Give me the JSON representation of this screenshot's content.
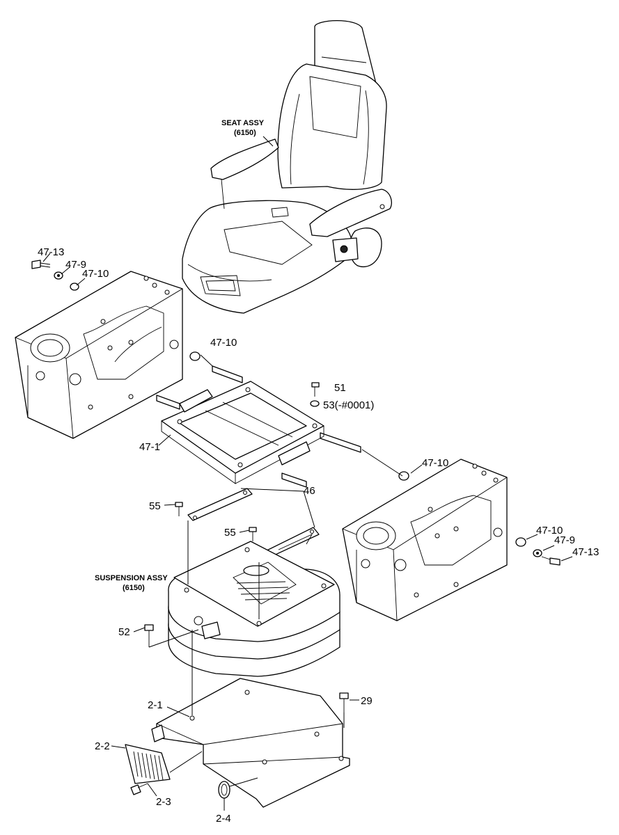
{
  "labels": {
    "seat_assy": "SEAT ASSY",
    "seat_assy_code": "(6150)",
    "suspension_assy": "SUSPENSION ASSY",
    "suspension_assy_code": "(6150)",
    "p47_13_left": "47-13",
    "p47_9_left": "47-9",
    "p47_10_left_upper": "47-10",
    "p47_10_left_rod": "47-10",
    "p51": "51",
    "p53": "53(-#0001)",
    "p47_1": "47-1",
    "p47_10_right_rod": "47-10",
    "p46": "46",
    "p55_left": "55",
    "p55_center": "55",
    "p47_10_right": "47-10",
    "p47_9_right": "47-9",
    "p47_13_right": "47-13",
    "p52": "52",
    "p2_1": "2-1",
    "p29": "29",
    "p2_2": "2-2",
    "p2_3": "2-3",
    "p2_4": "2-4"
  }
}
